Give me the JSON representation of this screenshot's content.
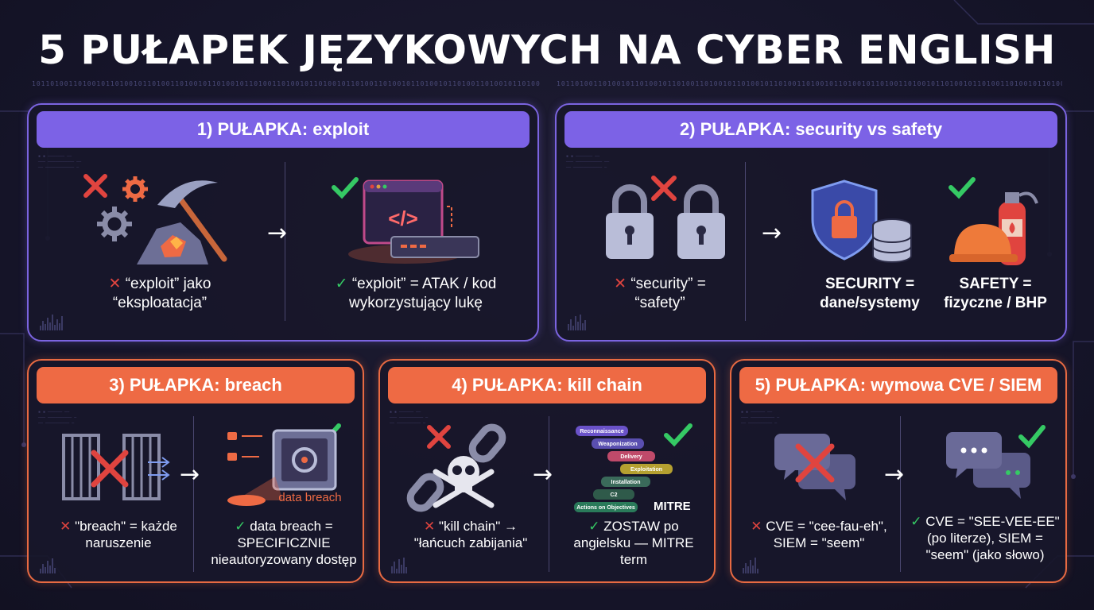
{
  "title": "5 PUŁAPEK JĘZYKOWYCH NA CYBER ENGLISH",
  "binary_strip": "10110100110100101101001011010011010010110100101101001101001011010010110100110100101101001011010011010010110100101101001101001011010010",
  "colors": {
    "purple": "#7c62e6",
    "orange": "#ee6a44",
    "wrong": "#e0443f",
    "right": "#35c964"
  },
  "arrow": "→",
  "panels": [
    {
      "header": "1) PUŁAPKA: exploit",
      "wrong_mark": "✕",
      "wrong_text": "“exploit” jako “eksploatacja”",
      "right_mark": "✓",
      "right_text": "“exploit” = ATAK / kod wykorzystujący lukę",
      "code_glyph": "</>"
    },
    {
      "header": "2) PUŁAPKA: security vs safety",
      "wrong_mark": "✕",
      "wrong_text": "“security” = “safety”",
      "security_label": "SECURITY = dane/systemy",
      "safety_label": "SAFETY = fizyczne / BHP"
    },
    {
      "header": "3) PUŁAPKA: breach",
      "wrong_mark": "✕",
      "wrong_text": "\"breach\" = każde naruszenie",
      "right_mark": "✓",
      "right_text": "data breach = SPECIFICZNIE nieautoryzowany dostęp",
      "vault_label": "data breach"
    },
    {
      "header": "4) PUŁAPKA: kill chain",
      "wrong_mark": "✕",
      "wrong_text": "\"kill chain\" → \"łańcuch zabijania\"",
      "right_mark": "✓",
      "right_text": "ZOSTAW po angielsku — MITRE term",
      "chain_steps": [
        "Reconnaissance",
        "Weaponization",
        "Delivery",
        "Exploitation",
        "Installation",
        "C2",
        "Actions on Objectives"
      ],
      "mitre_label": "MITRE"
    },
    {
      "header": "5) PUŁAPKA: wymowa CVE / SIEM",
      "wrong_mark": "✕",
      "wrong_text": "CVE = \"cee-fau-eh\", SIEM = \"seem\"",
      "right_mark": "✓",
      "right_text": "CVE = \"SEE-VEE-EE\" (po literze), SIEM = \"seem\" (jako słowo)"
    }
  ]
}
